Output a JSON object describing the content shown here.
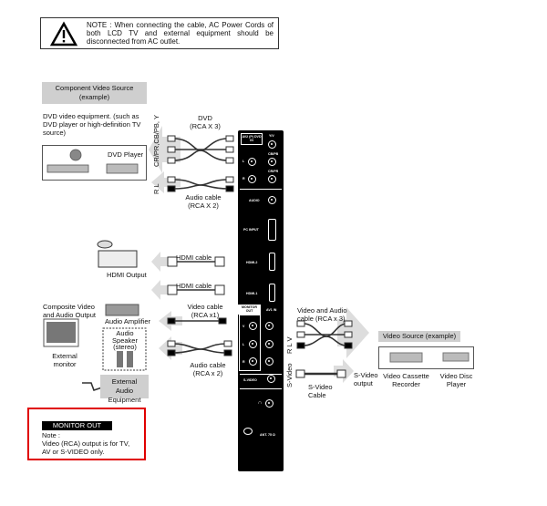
{
  "note": {
    "text": "NOTE : When connecting the cable, AC Power Cords of both LCD TV and external equipment should be disconnected from AC outlet.",
    "icon": "warning-icon"
  },
  "component": {
    "title": "Component Video Source (example)",
    "desc": "DVD video equipment. (such as DVD player or high-definition TV source)",
    "device": "DVD Player",
    "cable_label": "DVD",
    "cable_count": "(RCA X 3)",
    "video_ports": "CR/PR,CB/PB, Y",
    "audio_ports": "R    L",
    "audio_label": "Audio cable",
    "audio_count": "(RCA X 2)"
  },
  "hdmi": {
    "device": "HDMI Output",
    "cable1": "HDMI cable",
    "cable2": "HDMI cable"
  },
  "monitor_out": {
    "composite": "Composite Video and Audio Output",
    "monitor": "External monitor",
    "amplifier": "Audio Amplifier",
    "speaker": "Audio Speaker (stereo)",
    "ext_audio": "External Audio Equipment",
    "video_cable": "Video cable",
    "video_count": "(RCA x1)",
    "audio_cable": "Audio cable",
    "audio_count": "(RCA x 2)"
  },
  "av_in": {
    "cable": "Video and Audio cable (RCA x 3)",
    "ports": "R  L  V",
    "svideo_vert": "S-Video",
    "svideo_cable": "S-Video Cable",
    "svideo_output": "S-Video output",
    "source_title": "Video Source (example)",
    "vcr": "Video Cassette Recorder",
    "vdp": "Video Disc Player"
  },
  "panel": {
    "av2": "AV2 (P) DVD IN",
    "y": "Y/V",
    "cb": "CB/PB",
    "cr": "CR/PR",
    "l": "L",
    "r": "R",
    "audio": "AUDIO",
    "pc": "PC INPUT",
    "hdmi2": "HDMI-2",
    "hdmi1": "HDMI-1",
    "monout": "MONITOR OUT",
    "av1": "AV1 IN",
    "v": "V",
    "svideo": "S-VIDEO",
    "ant": "ANT. 75 Ω"
  },
  "callout": {
    "title": "MONITOR OUT",
    "note": "Note :",
    "text": "Video (RCA) output is for TV, AV or S-VIDEO only.",
    "border_color": "#e00000"
  }
}
